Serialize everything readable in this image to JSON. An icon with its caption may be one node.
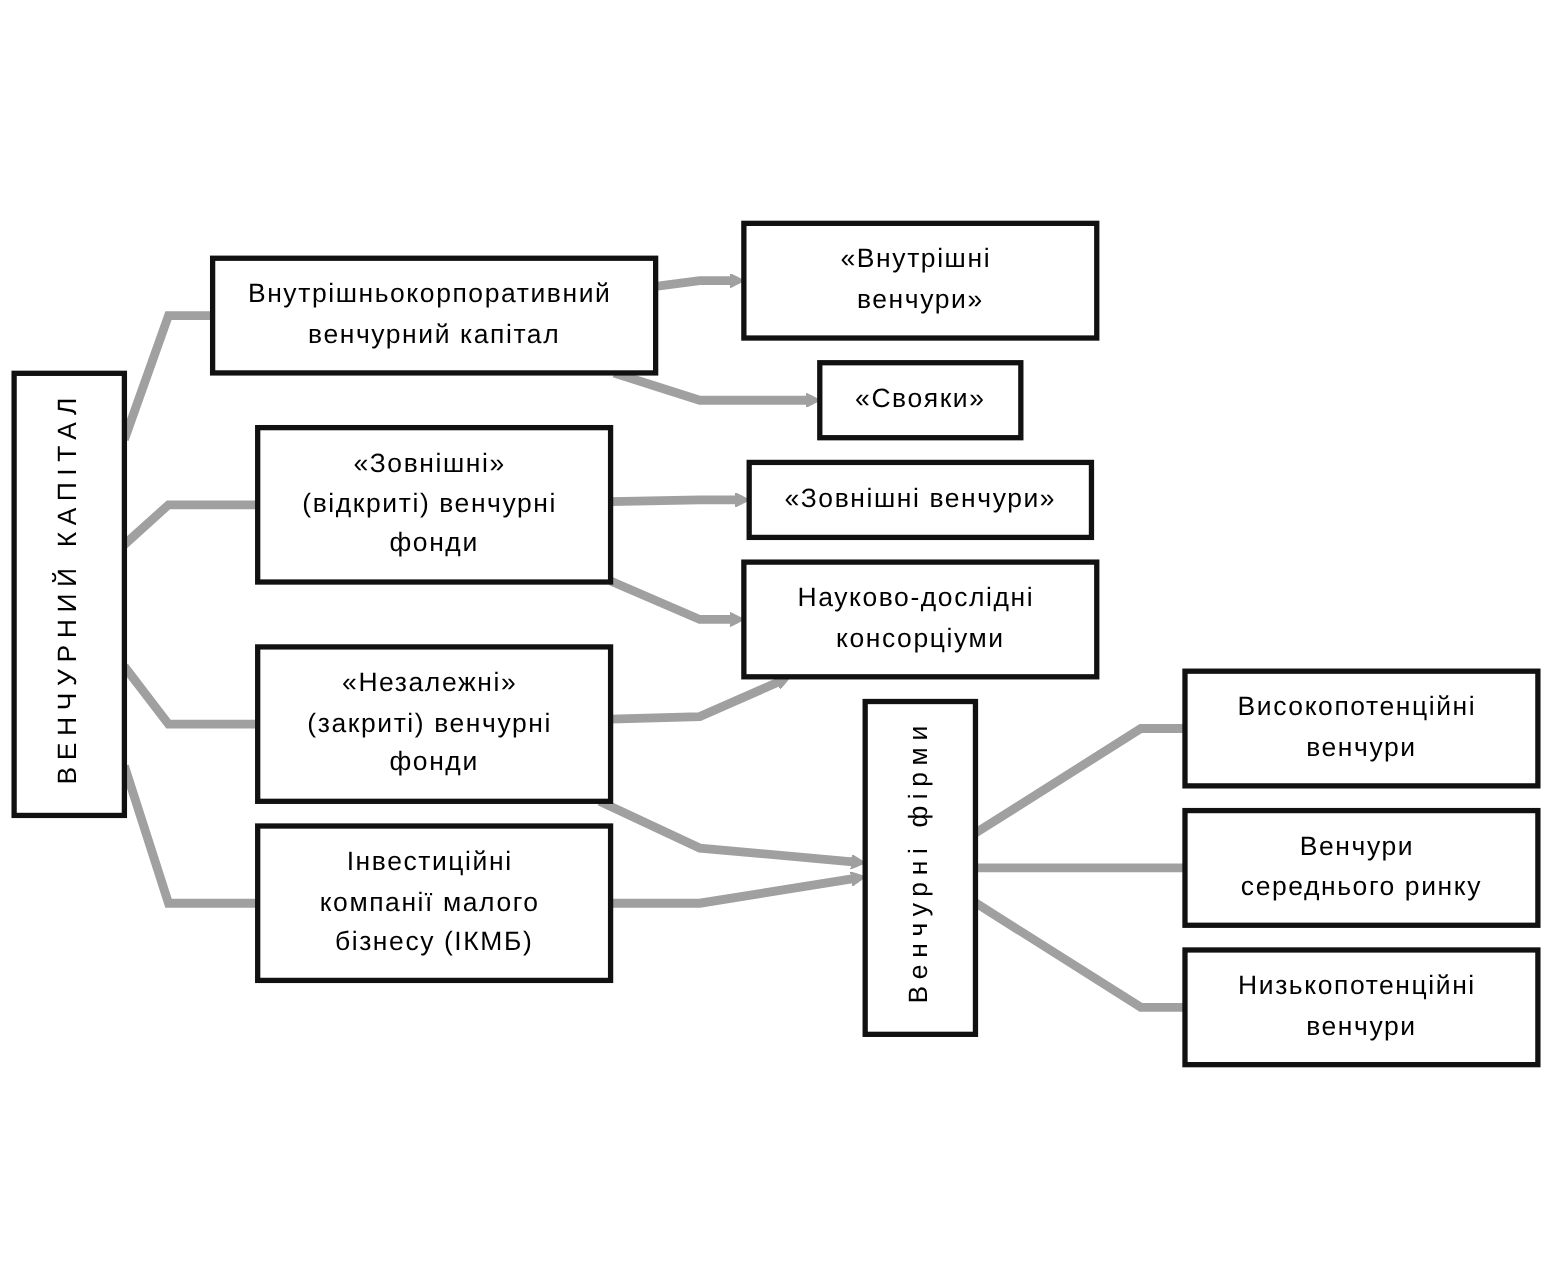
{
  "diagram": {
    "nodes": [
      {
        "text": [
          "ВЕНЧУРНИЙ КАПІТАЛ"
        ]
      },
      {
        "text": [
          "Внутрішньокорпоративний венчурний капітал"
        ]
      },
      {
        "text": [
          "«Внутрішні венчури»"
        ]
      },
      {
        "text": [
          "«Свояки»"
        ]
      },
      {
        "text": [
          "«Зовнішні» (відкриті) венчурні фонди"
        ]
      },
      {
        "text": [
          "«Зовнішні венчури»"
        ]
      },
      {
        "text": [
          "Науково-дослідні консорціуми"
        ]
      },
      {
        "text": [
          "«Незалежні» (закриті) венчурні фонди"
        ]
      },
      {
        "text": [
          "Інвестиційні компанії малого бізнесу (ІКМБ)"
        ]
      },
      {
        "text": [
          "Венчурні фірми"
        ]
      },
      {
        "text": [
          "Високопотенційні венчури"
        ]
      },
      {
        "text": [
          "Венчури середнього ринку"
        ]
      },
      {
        "text": [
          "Низькопотенційні венчури"
        ]
      }
    ],
    "edges": [
      {
        "from": 0,
        "to": 1,
        "arrow": "none"
      },
      {
        "from": 0,
        "to": 4,
        "arrow": "none"
      },
      {
        "from": 0,
        "to": 7,
        "arrow": "none"
      },
      {
        "from": 0,
        "to": 8,
        "arrow": "none"
      },
      {
        "from": 1,
        "to": 2,
        "arrow": "to"
      },
      {
        "from": 1,
        "to": 3,
        "arrow": "to"
      },
      {
        "from": 4,
        "to": 5,
        "arrow": "to"
      },
      {
        "from": 4,
        "to": 6,
        "arrow": "to"
      },
      {
        "from": 7,
        "to": 6,
        "arrow": "to"
      },
      {
        "from": 7,
        "to": 9,
        "arrow": "to"
      },
      {
        "from": 8,
        "to": 9,
        "arrow": "to"
      },
      {
        "from": 9,
        "to": 10,
        "arrow": "none"
      },
      {
        "from": 9,
        "to": 11,
        "arrow": "none"
      },
      {
        "from": 9,
        "to": 12,
        "arrow": "none"
      }
    ]
  }
}
